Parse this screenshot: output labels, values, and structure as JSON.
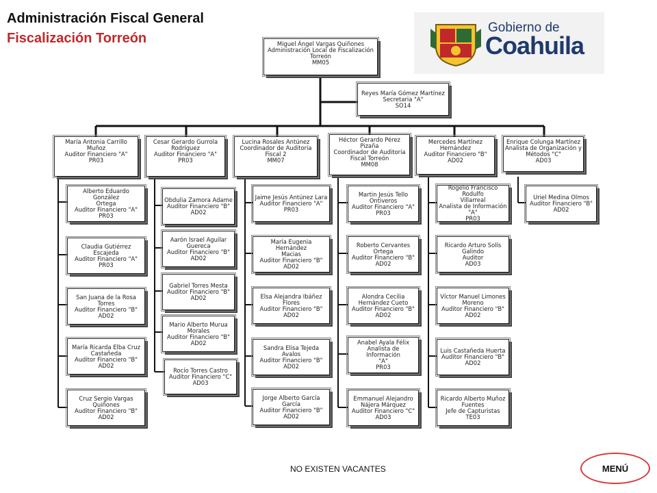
{
  "header": {
    "title": "Administración Fiscal General",
    "subtitle": "Fiscalización Torreón"
  },
  "logo": {
    "line1": "Gobierno de",
    "line2": "Coahuila",
    "color": "#1e3a6e"
  },
  "org": {
    "head": [
      "Miguel Ángel Vargas Quiñones",
      "Administración Local de Fiscalización",
      "Torreón",
      "MM05"
    ],
    "secretary": [
      "Reyes María Gómez Martínez",
      "Secretaria \"A\"",
      "SO14"
    ],
    "col1": {
      "head": [
        "María Antonia Carrillo",
        "Muñoz",
        "Auditor Financiero \"A\"",
        "PR03"
      ],
      "members": [
        [
          "Alberto Eduardo González",
          "Ortega",
          "Auditor Financiero \"A\"",
          "PR03"
        ],
        [
          "Claudia Gutiérrez Escajeda",
          "Auditor Financiero \"A\"",
          "PR03"
        ],
        [
          "San Juana de la Rosa",
          "Torres",
          "Auditor Financiero \"B\"",
          "AD02"
        ],
        [
          "María Ricarda Elba Cruz",
          "Castañeda",
          "Auditor Financiero \"B\"",
          "AD02"
        ],
        [
          "Cruz Sergio Vargas",
          "Quiñones",
          "Auditor Financiero \"B\"",
          "AD02"
        ]
      ]
    },
    "col2": {
      "head": [
        "Cesar Gerardo Gurrola",
        "Rodríguez",
        "Auditor Financiero \"A\"",
        "PR03"
      ],
      "members": [
        [
          "Obdulia Zamora Adame",
          "Auditor Financiero \"B\"",
          "AD02"
        ],
        [
          "Aarón Israel Aguilar",
          "Guereca",
          "Auditor Financiero \"B\"",
          "AD02"
        ],
        [
          "Gabriel Torres Mesta",
          "Auditor Financiero \"B\"",
          "AD02"
        ],
        [
          "Mario Alberto Murua",
          "Morales",
          "Auditor Financiero \"B\"",
          "AD02"
        ],
        [
          "Rocío Torres Castro",
          "Auditor Financiero \"C\"",
          "AD03"
        ]
      ]
    },
    "col3": {
      "head": [
        "Lucina Rosales Antúnez",
        "Coordinador de Auditoria",
        "Fiscal 2",
        "MM07"
      ],
      "members": [
        [
          "Jaime Jesús Antúnez Lara",
          "Auditor Financiero \"A\"",
          "PR03"
        ],
        [
          "María Eugenia Hernández",
          "Macias",
          "Auditor Financiero \"B\"",
          "AD02"
        ],
        [
          "Elsa Alejandra Ibáñez",
          "Flores",
          "Auditor Financiero \"B\"",
          "AD02"
        ],
        [
          "Sandra Elisa Tejeda Avalos",
          "Auditor Financiero \"B\"",
          "AD02"
        ],
        [
          "Jorge Alberto García García",
          "Auditor Financiero \"B\"",
          "AD02"
        ]
      ]
    },
    "col4": {
      "head": [
        "Héctor Gerardo Pérez",
        "Pizaña",
        "Coordinador de Auditoria",
        "Fiscal Torreón",
        "MM08"
      ],
      "members": [
        [
          "Martin Jesús Tello",
          "Ontiveros",
          "Auditor Financiero \"A\"",
          "PR03"
        ],
        [
          "Roberto Cervantes",
          "Ortega",
          "Auditor Financiero \"B\"",
          "AD02"
        ],
        [
          "Alondra Cecilia",
          "Hernández Cueto",
          "Auditor Financiero \"B\"",
          "AD02"
        ],
        [
          "Anabel Ayala Félix",
          "Analista de Información",
          "\"A\"",
          "PR03"
        ],
        [
          "Emmanuel Alejandro",
          "Nájera Márquez",
          "Auditor Financiero \"C\"",
          "AD03"
        ]
      ]
    },
    "col5": {
      "head": [
        "Mercedes Martínez",
        "Hernández",
        "Auditor Financiero \"B\"",
        "AD02"
      ],
      "members": [
        [
          "Rogelio Francisco Rodulfo",
          "Villarreal",
          "Analista de Información",
          "\"A\"",
          "PR03"
        ],
        [
          "Ricardo Arturo Solís",
          "Galindo",
          "Auditor",
          "AD03"
        ],
        [
          "Víctor Manuel Limones",
          "Moreno",
          "Auditor Financiero \"B\"",
          "AD02"
        ],
        [
          "Luis Castañeda Huerta",
          "Auditor Financiero \"B\"",
          "AD02"
        ],
        [
          "Ricardo Alberto Muñoz",
          "Fuentes",
          "Jefe de Capturistas",
          "TE03"
        ]
      ]
    },
    "col6": {
      "head": [
        "Enrique Colunga Martínez",
        "Analista de Organización y",
        "Métodos \"C\"",
        "AD03"
      ],
      "members": [
        [
          "Uriel Medina Olmos",
          "Auditor Financiero \"B\"",
          "AD02"
        ]
      ]
    }
  },
  "footer": {
    "note": "NO EXISTEN VACANTES",
    "menu_label": "MENÚ"
  }
}
